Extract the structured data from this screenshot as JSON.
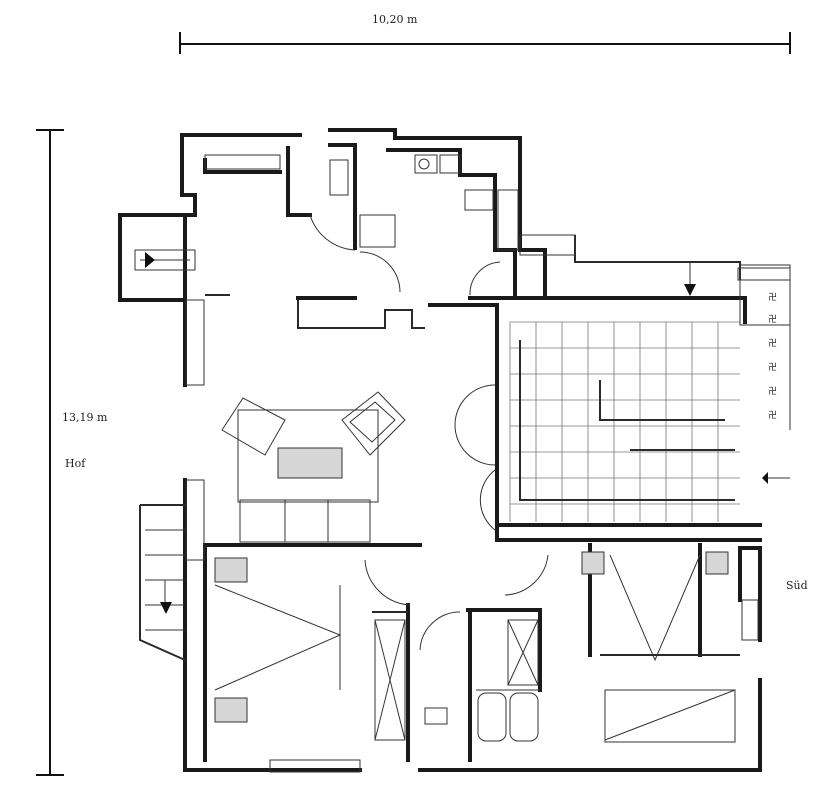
{
  "dimensions": {
    "top": "10,20 m",
    "left_line1": "13,19 m",
    "left_line2": "Hof",
    "right": "Süd"
  }
}
